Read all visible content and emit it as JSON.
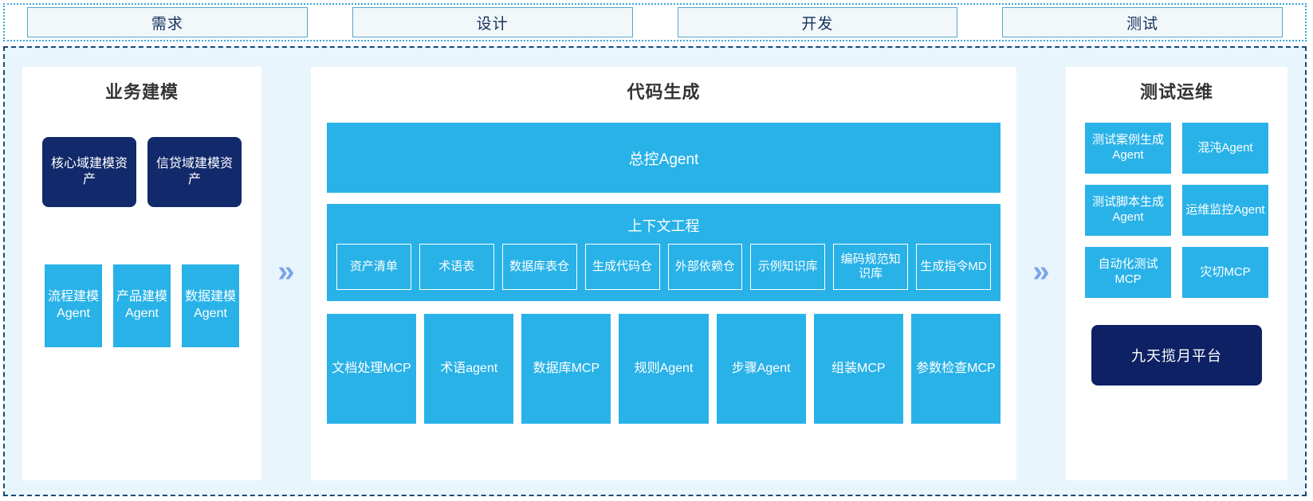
{
  "phases": [
    {
      "label": "需求"
    },
    {
      "label": "设计"
    },
    {
      "label": "开发"
    },
    {
      "label": "测试"
    }
  ],
  "separators": {
    "chevron_glyph": "»",
    "chevron_color": "#7aa5e8"
  },
  "colors": {
    "accent_cyan": "#29b2e8",
    "navy": "#122a6b",
    "deep_navy": "#0d2164",
    "panel_bg": "#e9f5fd",
    "border_dashed": "#1b4a73",
    "phase_border": "#3aa6dd"
  },
  "business_modeling": {
    "title": "业务建模",
    "assets": [
      {
        "label": "核心域建模资产"
      },
      {
        "label": "信贷域建模资产"
      }
    ],
    "agents": [
      {
        "label": "流程建模Agent"
      },
      {
        "label": "产品建模Agent"
      },
      {
        "label": "数据建模Agent"
      }
    ]
  },
  "code_generation": {
    "title": "代码生成",
    "master_agent": "总控Agent",
    "context_engineering": {
      "title": "上下文工程",
      "chips": [
        {
          "label": "资产清单"
        },
        {
          "label": "术语表"
        },
        {
          "label": "数据库表仓"
        },
        {
          "label": "生成代码仓"
        },
        {
          "label": "外部依赖仓"
        },
        {
          "label": "示例知识库"
        },
        {
          "label": "编码规范知识库"
        },
        {
          "label": "生成指令MD"
        }
      ]
    },
    "tools": [
      {
        "label": "文档处理MCP"
      },
      {
        "label": "术语agent"
      },
      {
        "label": "数据库MCP"
      },
      {
        "label": "规则Agent"
      },
      {
        "label": "步骤Agent"
      },
      {
        "label": "组装MCP"
      },
      {
        "label": "参数检查MCP"
      }
    ]
  },
  "test_ops": {
    "title": "测试运维",
    "cards": [
      {
        "label": "测试案例生成Agent"
      },
      {
        "label": "混沌Agent"
      },
      {
        "label": "测试脚本生成Agent"
      },
      {
        "label": "运维监控Agent"
      },
      {
        "label": "自动化测试MCP"
      },
      {
        "label": "灾切MCP"
      }
    ],
    "platform": "九天揽月平台"
  }
}
